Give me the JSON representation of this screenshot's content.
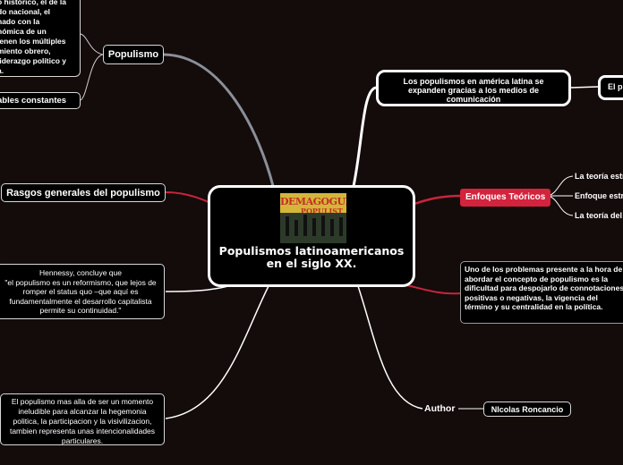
{
  "central": {
    "title": "Populismos latinoamericanos en el siglo XX.",
    "image_alt": "Demagogue Populist poster",
    "poster_line1": "DEMAGOGUE",
    "poster_line2": "POPULIST"
  },
  "left": {
    "populismo_label": "Populismo",
    "top_note": "o histórico, el de la\ndo nacional, el\nnado con la\nnómica de un\nienen los múltiples\nmiento obrero,\n liderazgo político y\na.",
    "constantes_label": "ables constantes",
    "rasgos_label": "Rasgos generales del populismo",
    "hennessy_text": "Hennessy, concluye que\n\"el populismo es un reformismo, que lejos de romper el status quo –que aquí es fundamentalmente el desarrollo capitalista permite su continuidad.\"",
    "momento_text": "El populismo mas alla de ser un momento ineludible para alcanzar la hegemonia politica, la participacion y la visivilizacion, tambien representa unas intencionalidades particulares."
  },
  "right": {
    "medios_text": "Los populismos en américa latina se expanden gracias a los medios de comunicación",
    "medios_child": "El p",
    "enfoques_label": "Enfoques Teóricos",
    "enfoques_items": [
      "La teoría estr",
      "Enfoque estr",
      "La teoría del"
    ],
    "problemas_text": "Uno de los problemas presente a la hora de abordar el concepto de populismo es la dificultad para despojarlo de connotaciones positivas o negativas, la vigencia del término y su centralidad en la política.",
    "author_label": "Author",
    "author_name": "NIcolas Roncancio"
  }
}
